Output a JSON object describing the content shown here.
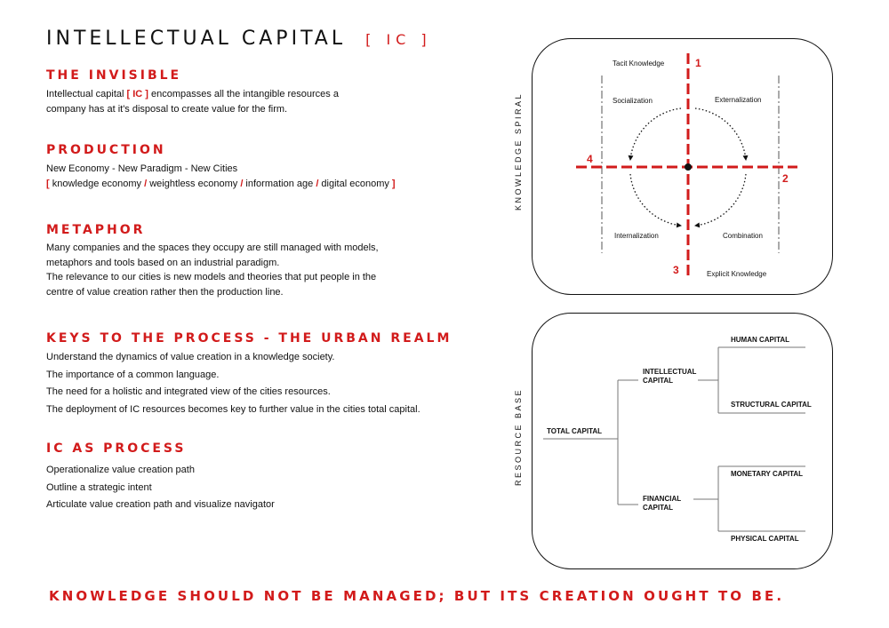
{
  "title": {
    "main": "INTELLECTUAL CAPITAL",
    "tag": "[ IC ]"
  },
  "sections": {
    "invisible": {
      "heading": "THE INVISIBLE",
      "line1_pre": "Intellectual capital ",
      "line1_ic": "[ IC ]",
      "line1_post": " encompasses all the intangible resources a",
      "line2": "company has at it's disposal to create value  for the firm."
    },
    "production": {
      "heading": "PRODUCTION",
      "line1": "New Economy - New Paradigm - New Cities",
      "b_open": "[",
      "item1": " knowledge economy ",
      "slash1": "/",
      "item2": " weightless economy ",
      "slash2": "/",
      "item3": " information age ",
      "slash3": "/",
      "item4": " digital economy ",
      "b_close": "]"
    },
    "metaphor": {
      "heading": "METAPHOR",
      "lines": [
        "Many companies and the spaces they occupy are still managed with models,",
        "metaphors and tools based on an industrial paradigm.",
        "The relevance to our cities is new models and theories that put people in the",
        "centre of value creation rather then the production line."
      ]
    },
    "keys": {
      "heading": "KEYS TO THE PROCESS - THE URBAN REALM",
      "lines": [
        "Understand the dynamics of value creation in a knowledge society.",
        "The importance of a common language.",
        "The need for a holistic and integrated view of the cities resources.",
        "The deployment of IC resources becomes key to further value in the cities total capital."
      ]
    },
    "process": {
      "heading": "IC AS PROCESS",
      "lines": [
        "Operationalize value creation path",
        "Outline a strategic intent",
        "Articulate value creation path and visualize navigator"
      ]
    }
  },
  "spiral": {
    "side_label": "KNOWLEDGE SPIRAL",
    "tacit": "Tacit Knowledge",
    "explicit": "Explicit Knowledge",
    "socialization": "Socialization",
    "externalization": "Externalization",
    "internalization": "Internalization",
    "combination": "Combination",
    "n1": "1",
    "n2": "2",
    "n3": "3",
    "n4": "4",
    "accent": "#d21b1b"
  },
  "resource": {
    "side_label": "RESOURCE BASE",
    "total": "TOTAL CAPITAL",
    "intellectual_1": "INTELLECTUAL",
    "intellectual_2": "CAPITAL",
    "financial_1": "FINANCIAL",
    "financial_2": "CAPITAL",
    "human": "HUMAN CAPITAL",
    "structural": "STRUCTURAL CAPITAL",
    "monetary": "MONETARY CAPITAL",
    "physical": "PHYSICAL CAPITAL"
  },
  "footer": "KNOWLEDGE SHOULD NOT BE MANAGED; BUT ITS CREATION OUGHT TO BE."
}
